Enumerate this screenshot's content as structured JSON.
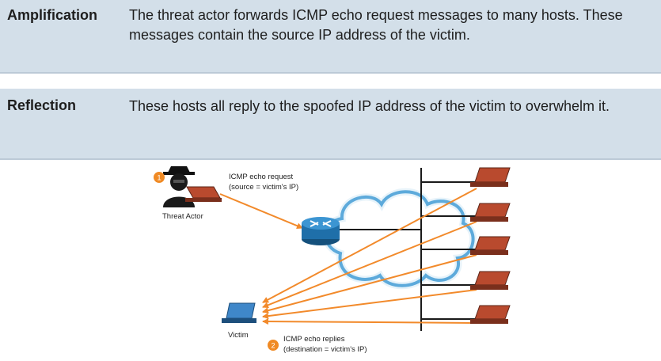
{
  "rows": [
    {
      "term": "Amplification",
      "description": "The threat actor forwards ICMP echo request messages to many hosts. These messages contain the source IP address of the victim."
    },
    {
      "term": "Reflection",
      "description": "These hosts all reply to the spoofed IP address of the victim to overwhelm it."
    }
  ],
  "diagram": {
    "step1_number": "1",
    "step1_label_line1": "ICMP echo request",
    "step1_label_line2": "(source = victim's IP)",
    "threat_actor_label": "Threat Actor",
    "victim_label": "Victim",
    "step2_number": "2",
    "step2_label_line1": "ICMP echo replies",
    "step2_label_line2": "(destination = victim's IP)",
    "colors": {
      "arrow": "#f28a2b",
      "badge": "#f08a24",
      "host_laptop": "#b94a2e",
      "victim_laptop": "#3f87c9",
      "router": "#1f6fa9",
      "cloud_edge": "#2b8fd0"
    }
  }
}
